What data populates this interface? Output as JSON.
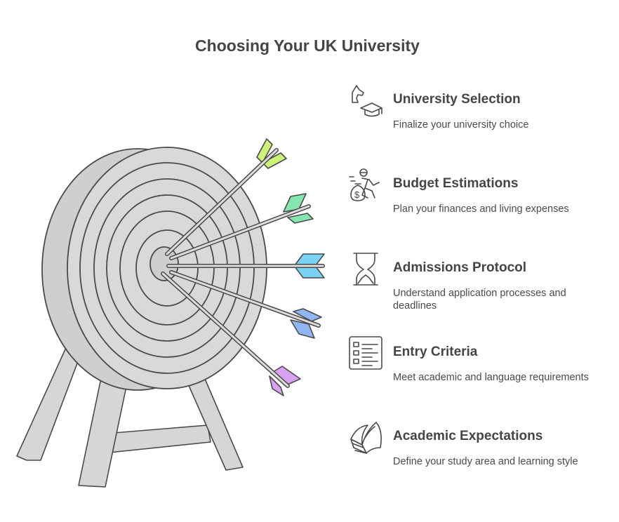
{
  "title": "Choosing Your UK University",
  "colors": {
    "target_fill": "#d4d4d4",
    "outline": "#4a4a4a",
    "arrow_fletch": [
      "#cdf27a",
      "#86e6b2",
      "#7ad3f2",
      "#8fb5f2",
      "#d8a2f2"
    ]
  },
  "items": [
    {
      "heading": "University Selection",
      "description": "Finalize your university choice",
      "icon": "chess-knight-graduation-cap-icon"
    },
    {
      "heading": "Budget Estimations",
      "description": "Plan your finances and living expenses",
      "icon": "money-bag-runner-icon"
    },
    {
      "heading": "Admissions Protocol",
      "description": "Understand application processes and deadlines",
      "icon": "hourglass-icon"
    },
    {
      "heading": "Entry Criteria",
      "description": "Meet academic and language requirements",
      "icon": "checklist-icon"
    },
    {
      "heading": "Academic Expectations",
      "description": "Define your study area and learning style",
      "icon": "open-book-icon"
    }
  ]
}
